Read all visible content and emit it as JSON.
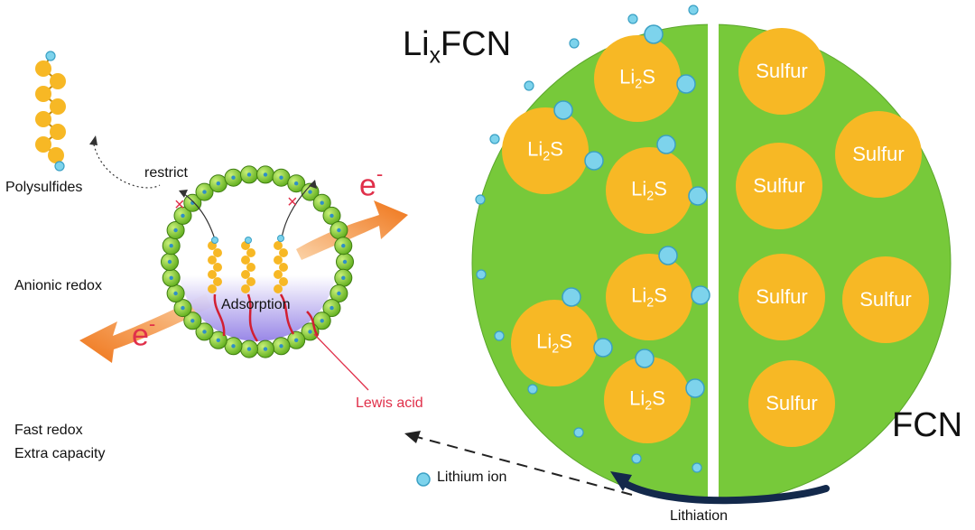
{
  "labels": {
    "polysulfides": "Polysulfides",
    "restrict": "restrict",
    "adsorption": "Adsorption",
    "anionic_redox": "Anionic redox",
    "lewis_acid": "Lewis acid",
    "fast_redox": "Fast redox",
    "extra_capacity": "Extra capacity",
    "lithium_ion": "Lithium ion",
    "lithiation": "Lithiation",
    "fcn": "FCN",
    "lixfcn_base": "Li",
    "lixfcn_sub": "x",
    "lixfcn_rest": "FCN",
    "electron_base": "e",
    "electron_sup": "-",
    "sulfur": "Sulfur",
    "li2s_li": "Li",
    "li2s_sub": "2",
    "li2s_s": "S",
    "cross_mark": "×"
  },
  "colors": {
    "green": "#77c93a",
    "yellow": "#f7b825",
    "lithium": "#7dd3ec",
    "orange": "#f07a1e",
    "red": "#e0304a",
    "navy": "#13294b"
  }
}
